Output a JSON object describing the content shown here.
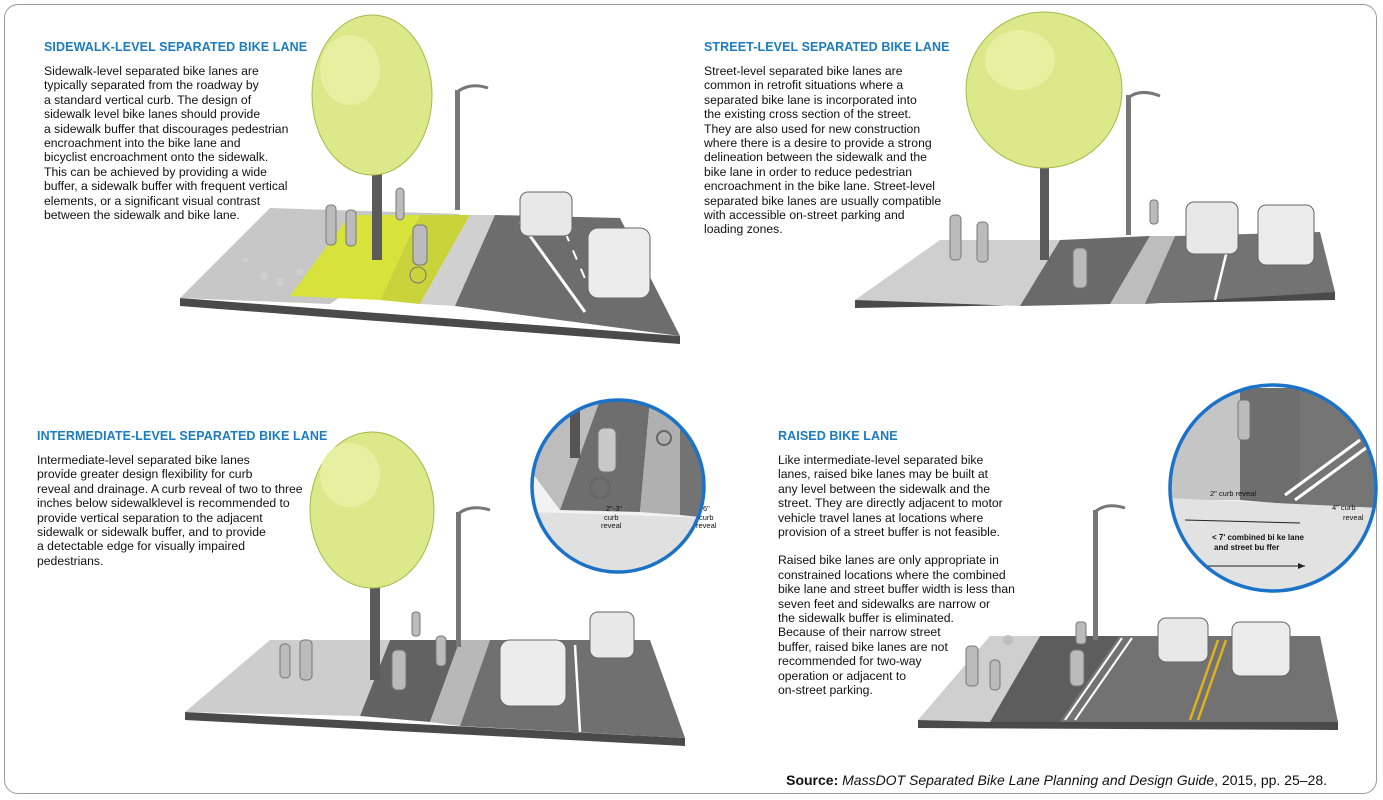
{
  "panels": [
    {
      "title": "SIDEWALK-LEVEL SEPARATED BIKE LANE",
      "body": "Sidewalk-level separated bike lanes are\ntypically separated from the roadway by\na standard vertical curb. The design of\nsidewalk level bike lanes should provide\na sidewalk buffer that discourages pedestrian\nencroachment into the bike lane and\nbicyclist encroachment onto the sidewalk.\nThis can be achieved by providing a wide\nbuffer, a sidewalk buffer with frequent vertical\nelements, or a significant visual contrast\nbetween the sidewalk and bike lane."
    },
    {
      "title": "STREET-LEVEL SEPARATED BIKE LANE",
      "body": "Street-level separated bike lanes are\ncommon in retrofit situations where a\nseparated bike lane is incorporated into\nthe existing cross section of the street.\nThey are also used for new construction\nwhere there is a desire to provide a strong\ndelineation between the sidewalk and the\nbike lane in order to reduce pedestrian\nencroachment in the bike lane. Street-level\nseparated bike lanes are usually compatible\nwith accessible on-street parking and\nloading zones."
    },
    {
      "title": "INTERMEDIATE-LEVEL SEPARATED BIKE LANE",
      "body": "Intermediate-level separated bike lanes\nprovide greater design flexibility for curb\nreveal and drainage. A curb reveal of two to three\ninches below sidewalklevel is recommended to\nprovide vertical separation to the adjacent\nsidewalk or sidewalk buffer, and to provide\na detectable edge for visually impaired\npedestrians."
    },
    {
      "title": "RAISED BIKE LANE",
      "body": "Like intermediate-level separated bike\nlanes, raised bike lanes may be built at\nany level between the sidewalk and the\nstreet. They are directly adjacent to motor\nvehicle travel lanes at locations where\nprovision of a street buffer is not feasible.",
      "body2": "Raised bike lanes are only appropriate in\nconstrained locations where the combined\nbike lane and street buffer width is less than\nseven feet and sidewalks are narrow or\nthe sidewalk buffer is eliminated.\nBecause of their narrow street\nbuffer, raised bike lanes are not\nrecommended for two-way\noperation or adjacent to\non-street parking."
    }
  ],
  "callouts": {
    "intermediate": {
      "left_value": "2\"-3\"",
      "left_label": "curb\nreveal",
      "right_value": "6\"",
      "right_label": "curb\nreveal"
    },
    "raised": {
      "left": "2\" curb reveal",
      "right_value": "4\" curb",
      "right_label": "reveal",
      "width_line1": "< 7' combined bi ke lane",
      "width_line2": "and street bu ffer"
    }
  },
  "source": {
    "prefix": "Source: ",
    "title": "MassDOT Separated Bike Lane Planning and Design Guide",
    "suffix": ", 2015, pp. 25–28."
  },
  "colors": {
    "title_blue": "#1b7cc2",
    "bike_lane_green": "#d7e33a",
    "tree_foliage": "#dbe98a",
    "circle_border": "#1a73c9"
  }
}
